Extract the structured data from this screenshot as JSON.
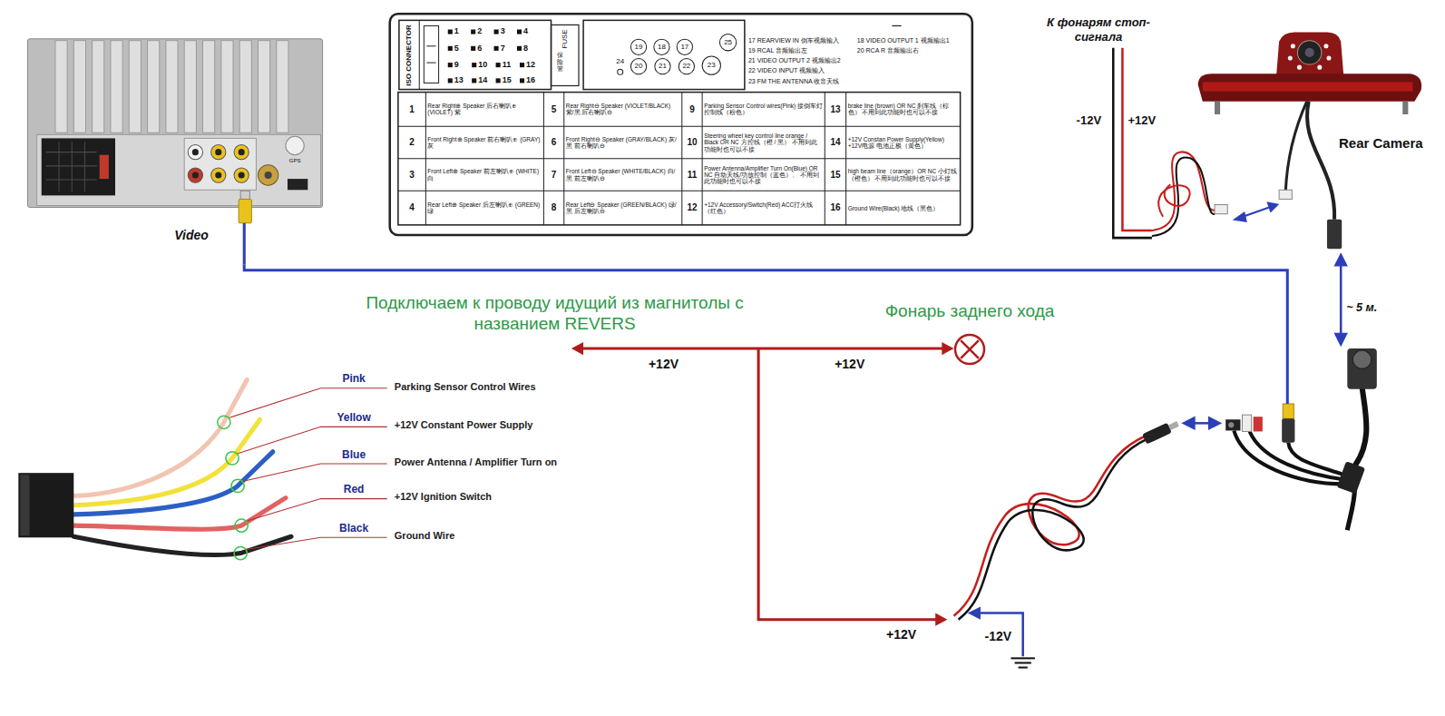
{
  "diagram": {
    "nodes": [
      {
        "text": [
          "Video"
        ]
      },
      {
        "text": [
          "Rear Camera"
        ]
      },
      {
        "text": [
          "Фонарь заднего хода"
        ]
      }
    ],
    "edges": [
      {
        "from": 0,
        "to": 1,
        "arrow": "none"
      }
    ],
    "labels": [
      "К фонарям стоп-сигнала",
      "-12V",
      "+12V",
      "~ 5 м.",
      "Подключаем к проводу идущий из магнитолы с названием REVERS",
      "+12V",
      "+12V",
      "+12V",
      "-12V",
      "Pink",
      "Parking Sensor Control Wires",
      "Yellow",
      "+12V Constant Power Supply",
      "Blue",
      "Power Antenna / Amplifier Turn on",
      "Red",
      "+12V Ignition Switch",
      "Black",
      "Ground Wire",
      "ISO CONNECTOR",
      "1",
      "2",
      "3",
      "4",
      "5",
      "6",
      "7",
      "8",
      "9",
      "10",
      "11",
      "12",
      "13",
      "14",
      "15",
      "16",
      "FUSE",
      "保险管",
      "19",
      "18",
      "17",
      "25",
      "24",
      "20",
      "21",
      "22",
      "23",
      "17 REARVIEW IN 倒车视频输入",
      "18 VIDEO OUTPUT 1 视频输出1",
      "19 RCAL 音频输出左",
      "20 RCA R 音频输出右",
      "21 VIDEO OUTPUT 2 视频输出2",
      "22 VIDEO INPUT 视频输入",
      "23 FM THE ANTENNA 收音天线",
      "1",
      "Rear Right⊕ Speaker 后右喇叭⊕ (VIOLET) 紫",
      "5",
      "Rear Right⊖ Speaker (VIOLET/BLACK) 紫/黑 后右喇叭⊖",
      "9",
      "Parking Sensor Control wires(Pink) 接倒车灯控制线（粉色）",
      "13",
      "brake line (brown) OR NC 刹车线（棕色） 不用到此功能时也可以不接",
      "2",
      "Front Right⊕ Speaker 前右喇叭⊕ (GRAY) 灰",
      "6",
      "Front Right⊖ Speaker (GRAY/BLACK) 灰/黑 前右喇叭⊖",
      "10",
      "Steering wheel key control line orange / Black OR NC 方控线（橙 / 黑） 不用到此功能时也可以不接",
      "14",
      "+12V Constan Power Supply(Yellow) +12V电源 电池正极（黄色）",
      "3",
      "Front Left⊕ Speaker 前左喇叭⊕ (WHITE) 白",
      "7",
      "Front Left⊖ Speaker (WHITE/BLACK) 白/黑 前左喇叭⊖",
      "11",
      "Power Antenna/Amplifier Turn On(Blue) OR NC 自动天线/功放控制（蓝色）、 不用到此功能时也可以不接",
      "15",
      "high beam line（orange）OR NC 小灯线（橙色） 不用到此功能时也可以不接",
      "4",
      "Rear Left⊕ Speaker 后左喇叭⊕ (GREEN) 绿",
      "8",
      "Rear Left⊖ Speaker (GREEN/BLACK) 绿/黑 后左喇叭⊖",
      "12",
      "+12V Accessory/Switch(Red) ACC打火线（红色）",
      "16",
      "Ground Wire(Black) 地线（黑色）",
      "GPS"
    ]
  }
}
